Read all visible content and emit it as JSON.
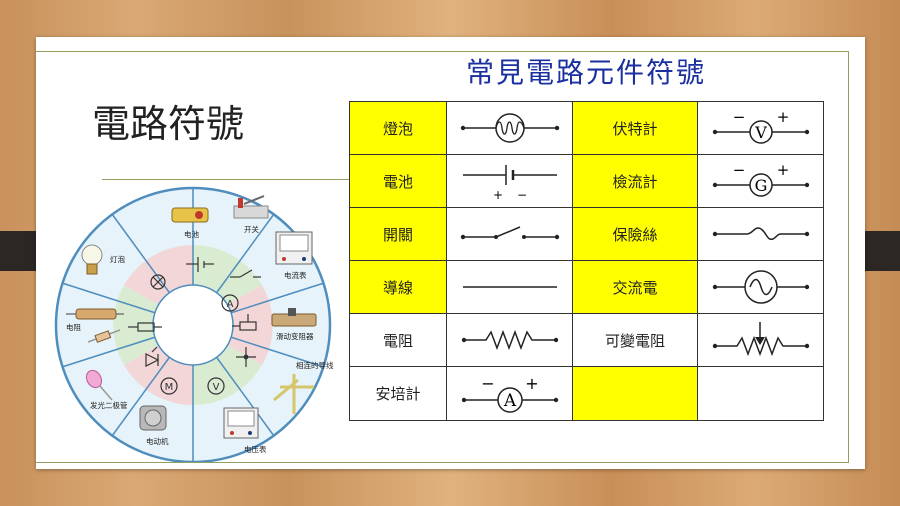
{
  "slide": {
    "title": "電路符號",
    "table_title": "常見電路元件符號"
  },
  "wheel": {
    "labels": {
      "battery": "电池",
      "switch": "开关",
      "lamp": "灯泡",
      "ammeter": "电流表",
      "resistor": "电阻",
      "rheostat": "滑动变阻器",
      "connected_wires": "相连的导线",
      "led": "发光二极管",
      "voltmeter": "电压表",
      "motor": "电动机"
    },
    "symbols": {
      "ammeter": "A",
      "voltmeter": "V",
      "motor": "M"
    },
    "colors": {
      "ring": "#e6f3fa",
      "inner_pink": "#f3d6d8",
      "inner_green": "#d9ecd2",
      "stroke": "#4f8dbd"
    }
  },
  "table": {
    "rows": [
      {
        "left_name": "燈泡",
        "left_symbol": "lamp-symbol",
        "right_name": "伏特計",
        "right_symbol": "voltmeter-symbol"
      },
      {
        "left_name": "電池",
        "left_symbol": "battery-symbol",
        "right_name": "檢流計",
        "right_symbol": "galvanometer-symbol"
      },
      {
        "left_name": "開關",
        "left_symbol": "switch-symbol",
        "right_name": "保險絲",
        "right_symbol": "fuse-symbol"
      },
      {
        "left_name": "導線",
        "left_symbol": "wire-symbol",
        "right_name": "交流電",
        "right_symbol": "ac-source-symbol"
      },
      {
        "left_name": "電阻",
        "left_symbol": "resistor-symbol",
        "right_name": "可變電阻",
        "right_symbol": "variable-resistor-symbol"
      },
      {
        "left_name": "安培計",
        "left_symbol": "ammeter-symbol",
        "right_name": "",
        "right_symbol": ""
      }
    ],
    "symbol_text": {
      "minus": "−",
      "plus": "+",
      "V": "V",
      "G": "G",
      "A": "A"
    },
    "highlight_color": "#ffff00"
  }
}
